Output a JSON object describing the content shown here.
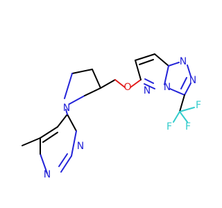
{
  "molecule": {
    "atom_colors": {
      "carbon_bond": "#000000",
      "nitrogen": "#2323d8",
      "oxygen": "#e21a1a",
      "fluorine": "#33cccc"
    },
    "labels": {
      "n_pyrrolidine": "N",
      "n_pyrimidine_1": "N",
      "n_pyrimidine_2": "N",
      "o_ether": "O",
      "n_triazole_1": "N",
      "n_triazole_2": "N",
      "n_bridge": "N",
      "n_pyridazine": "N",
      "f_1": "F",
      "f_2": "F",
      "f_3": "F"
    }
  }
}
